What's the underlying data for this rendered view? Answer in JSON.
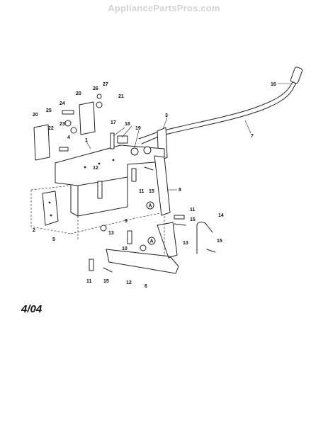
{
  "watermark": "AppliancePartsPros.com",
  "date_code": "4/04",
  "reference_marker": "A",
  "callouts": [
    "1",
    "2",
    "3",
    "4",
    "5",
    "6",
    "7",
    "8",
    "9",
    "10",
    "11",
    "12",
    "13",
    "14",
    "15",
    "16",
    "17",
    "18",
    "19",
    "20",
    "21",
    "22",
    "23",
    "24",
    "25",
    "26",
    "27"
  ]
}
